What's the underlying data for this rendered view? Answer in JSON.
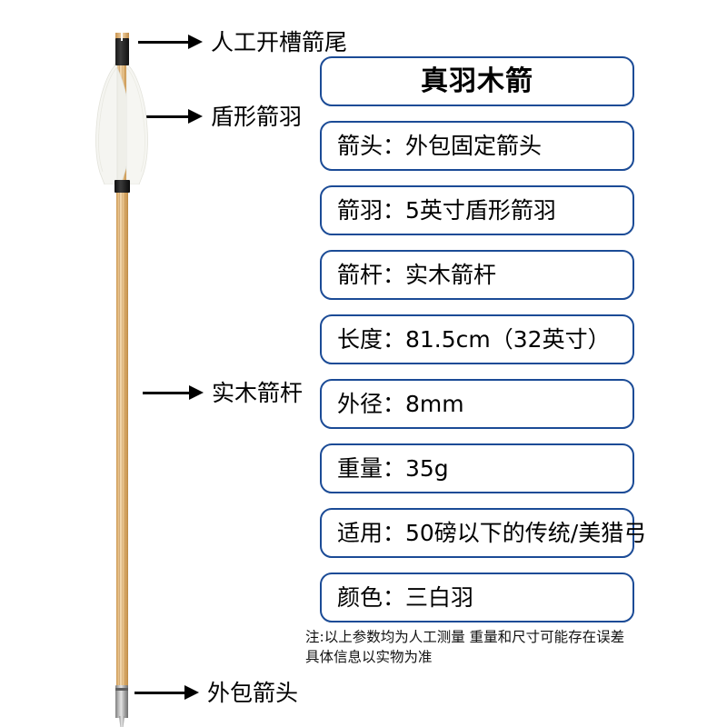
{
  "product": {
    "title": "真羽木箭",
    "specs": [
      {
        "label": "箭头：外包固定箭头"
      },
      {
        "label": "箭羽：5英寸盾形箭羽"
      },
      {
        "label": "箭杆：实木箭杆"
      },
      {
        "label": "长度：81.5cm（32英寸）"
      },
      {
        "label": "外径：8mm"
      },
      {
        "label": "重量：35g"
      },
      {
        "label": "适用：50磅以下的传统/美猎弓"
      },
      {
        "label": "颜色：三白羽"
      }
    ],
    "footnote_line1": "注:以上参数均为人工测量 重量和尺寸可能存在误差",
    "footnote_line2": "具体信息以实物为准"
  },
  "callouts": [
    {
      "label": "人工开槽箭尾"
    },
    {
      "label": "盾形箭羽"
    },
    {
      "label": "实木箭杆"
    },
    {
      "label": "外包箭头"
    }
  ],
  "colors": {
    "box_border": "#1b4b96",
    "text": "#000000",
    "background": "#ffffff",
    "shaft_wood": "#d9a863",
    "nock_black": "#141414",
    "fletching_white": "#f4f4f0",
    "point_metal": "#a9a9a9"
  }
}
